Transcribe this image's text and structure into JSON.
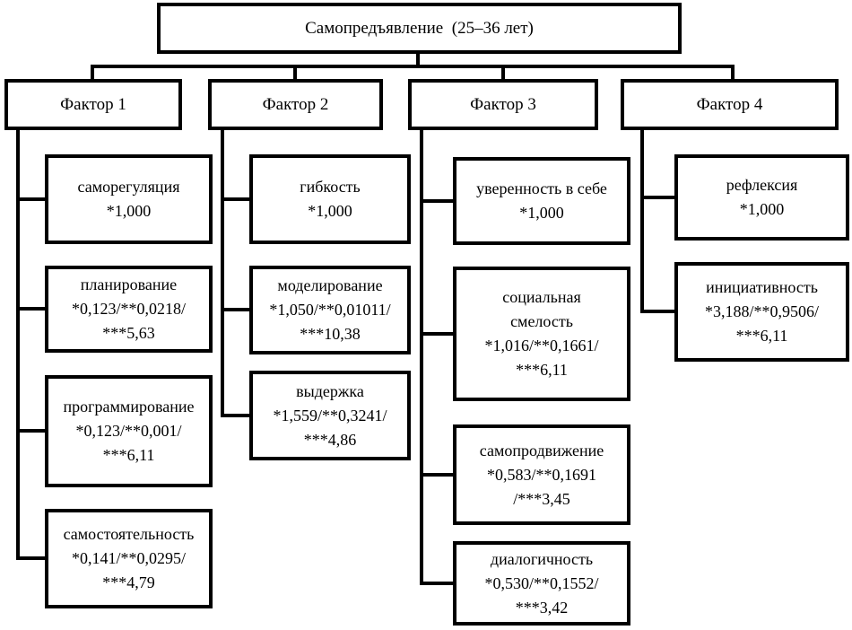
{
  "root": {
    "label": "Самопредъявление  (25–36 лет)"
  },
  "factors": [
    {
      "label": "Фактор 1",
      "children": [
        {
          "name": "саморегуляция",
          "stats": "*1,000"
        },
        {
          "name": "планирование",
          "stats": "*0,123/**0,0218/\n***5,63"
        },
        {
          "name": "программирование",
          "stats": "*0,123/**0,001/\n***6,11"
        },
        {
          "name": "самостоятельность",
          "stats": "*0,141/**0,0295/\n***4,79"
        }
      ]
    },
    {
      "label": "Фактор 2",
      "children": [
        {
          "name": "гибкость",
          "stats": "*1,000"
        },
        {
          "name": "моделирование",
          "stats": "*1,050/**0,01011/\n***10,38"
        },
        {
          "name": "выдержка",
          "stats": "*1,559/**0,3241/\n***4,86"
        }
      ]
    },
    {
      "label": "Фактор 3",
      "children": [
        {
          "name": "уверенность в себе",
          "stats": "*1,000"
        },
        {
          "name": "социальная\nсмелость",
          "stats": "*1,016/**0,1661/\n***6,11"
        },
        {
          "name": "самопродвижение",
          "stats": "*0,583/**0,1691\n/***3,45"
        },
        {
          "name": "диалогичность",
          "stats": "*0,530/**0,1552/\n***3,42"
        }
      ]
    },
    {
      "label": "Фактор 4",
      "children": [
        {
          "name": "рефлексия",
          "stats": "*1,000"
        },
        {
          "name": "инициативность",
          "stats": "*3,188/**0,9506/\n***6,11"
        }
      ]
    }
  ],
  "colors": {
    "line": "#000000",
    "background": "#ffffff"
  }
}
